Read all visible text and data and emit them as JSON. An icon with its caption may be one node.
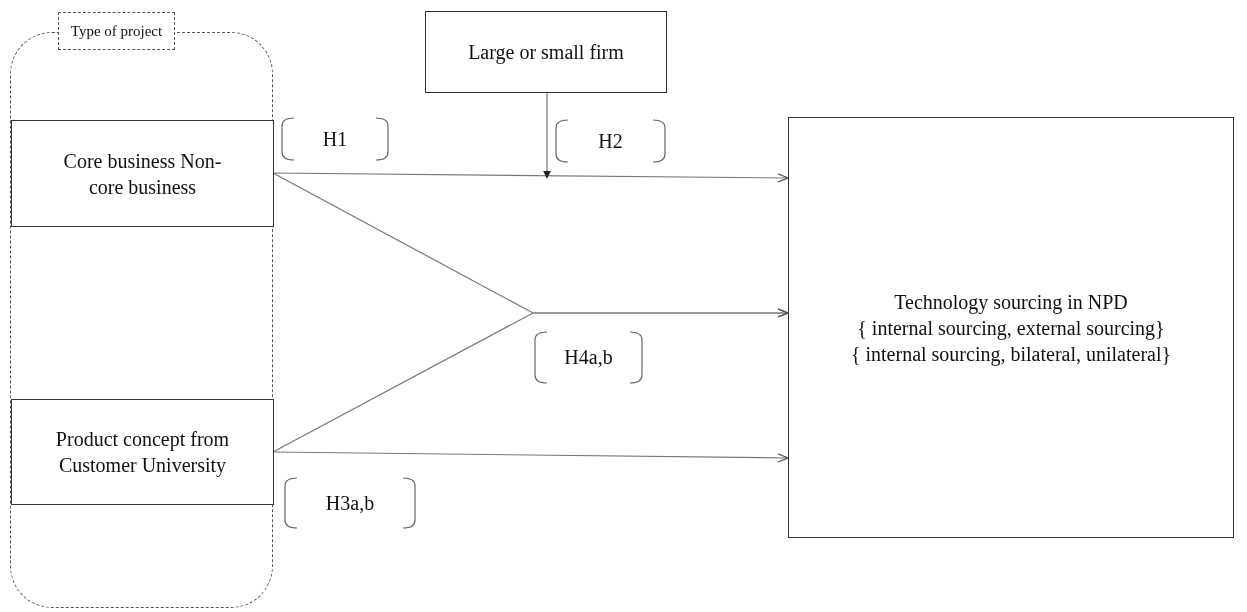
{
  "diagram": {
    "nodes": [
      {
        "text": [
          "Type of project"
        ]
      },
      {
        "text": [
          "Core business Non-core business"
        ],
        "in": 0
      },
      {
        "text": [
          "Product concept from Customer University"
        ],
        "in": 0
      },
      {
        "text": [
          "Large or small firm"
        ]
      },
      {
        "text": [
          "Technology sourcing in NPD",
          "{ internal sourcing, external sourcing}",
          "{ internal sourcing, bilateral, unilateral}"
        ]
      }
    ],
    "edges": [
      {
        "from": 1,
        "to": 4,
        "arrow": "to"
      },
      {
        "from": 1,
        "to": 4,
        "arrow": "to"
      },
      {
        "from": 2,
        "to": 4,
        "arrow": "to"
      },
      {
        "from": 2,
        "to": 4,
        "arrow": "to"
      },
      {
        "from": 3,
        "to": null,
        "arrow": "to"
      }
    ],
    "labels": [
      "H1",
      "H2",
      "H4a,b",
      "H3a,b"
    ]
  }
}
